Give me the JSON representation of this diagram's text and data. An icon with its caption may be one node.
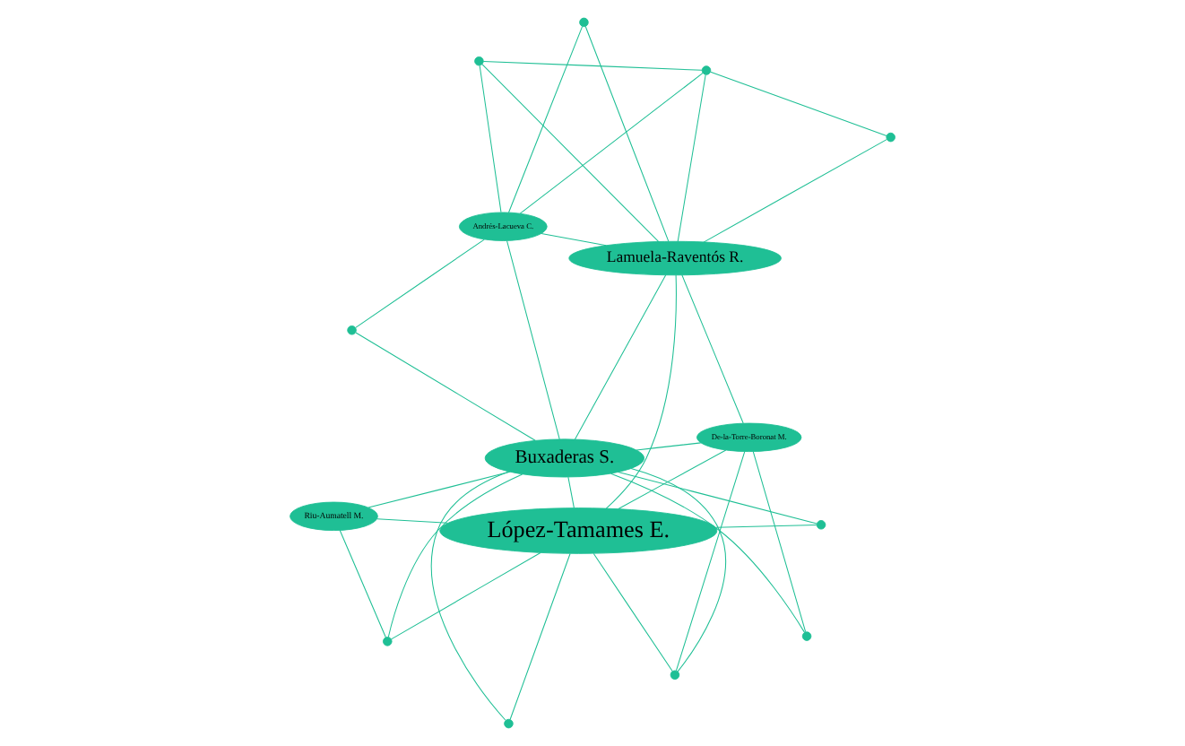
{
  "diagram": {
    "nodes": [
      {
        "text": [
          "López-Tamames E."
        ]
      },
      {
        "text": [
          "Buxaderas S."
        ]
      },
      {
        "text": [
          "Lamuela-Raventós R."
        ]
      },
      {
        "text": [
          "Riu-Aumatell M."
        ]
      },
      {
        "text": [
          "De-la-Torre-Boronat M."
        ]
      },
      {
        "text": [
          "Andrés-Lacueva C."
        ]
      },
      {
        "text": [],
        "shape": "circle"
      },
      {
        "text": [],
        "shape": "circle"
      },
      {
        "text": [],
        "shape": "circle"
      },
      {
        "text": [],
        "shape": "circle"
      },
      {
        "text": [],
        "shape": "circle"
      },
      {
        "text": [],
        "shape": "circle"
      },
      {
        "text": [],
        "shape": "circle"
      },
      {
        "text": [],
        "shape": "circle"
      },
      {
        "text": [],
        "shape": "circle"
      },
      {
        "text": [],
        "shape": "circle"
      }
    ],
    "edges": [
      {
        "from": 0,
        "to": 1,
        "arrow": "none"
      },
      {
        "from": 0,
        "to": 2,
        "arrow": "none"
      },
      {
        "from": 1,
        "to": 2,
        "arrow": "none"
      },
      {
        "from": 0,
        "to": 3,
        "arrow": "none"
      },
      {
        "from": 1,
        "to": 3,
        "arrow": "none"
      },
      {
        "from": 0,
        "to": 4,
        "arrow": "none"
      },
      {
        "from": 1,
        "to": 4,
        "arrow": "none"
      },
      {
        "from": 2,
        "to": 4,
        "arrow": "none"
      },
      {
        "from": 1,
        "to": 5,
        "arrow": "none"
      },
      {
        "from": 2,
        "to": 5,
        "arrow": "none"
      },
      {
        "from": 0,
        "to": 6,
        "arrow": "none"
      },
      {
        "from": 1,
        "to": 6,
        "arrow": "none"
      },
      {
        "from": 3,
        "to": 6,
        "arrow": "none"
      },
      {
        "from": 0,
        "to": 7,
        "arrow": "none"
      },
      {
        "from": 1,
        "to": 7,
        "arrow": "none"
      },
      {
        "from": 0,
        "to": 8,
        "arrow": "none"
      },
      {
        "from": 1,
        "to": 8,
        "arrow": "none"
      },
      {
        "from": 4,
        "to": 8,
        "arrow": "none"
      },
      {
        "from": 0,
        "to": 9,
        "arrow": "none"
      },
      {
        "from": 1,
        "to": 9,
        "arrow": "none"
      },
      {
        "from": 5,
        "to": 10,
        "arrow": "none"
      },
      {
        "from": 1,
        "to": 10,
        "arrow": "none"
      },
      {
        "from": 5,
        "to": 11,
        "arrow": "none"
      },
      {
        "from": 2,
        "to": 11,
        "arrow": "none"
      },
      {
        "from": 5,
        "to": 12,
        "arrow": "none"
      },
      {
        "from": 2,
        "to": 12,
        "arrow": "none"
      },
      {
        "from": 11,
        "to": 12,
        "arrow": "none"
      },
      {
        "from": 2,
        "to": 13,
        "arrow": "none"
      },
      {
        "from": 12,
        "to": 13,
        "arrow": "none"
      },
      {
        "from": 2,
        "to": 14,
        "arrow": "none"
      },
      {
        "from": 5,
        "to": 14,
        "arrow": "none"
      },
      {
        "from": 4,
        "to": 15,
        "arrow": "none"
      },
      {
        "from": 1,
        "to": 15,
        "arrow": "none"
      }
    ]
  }
}
